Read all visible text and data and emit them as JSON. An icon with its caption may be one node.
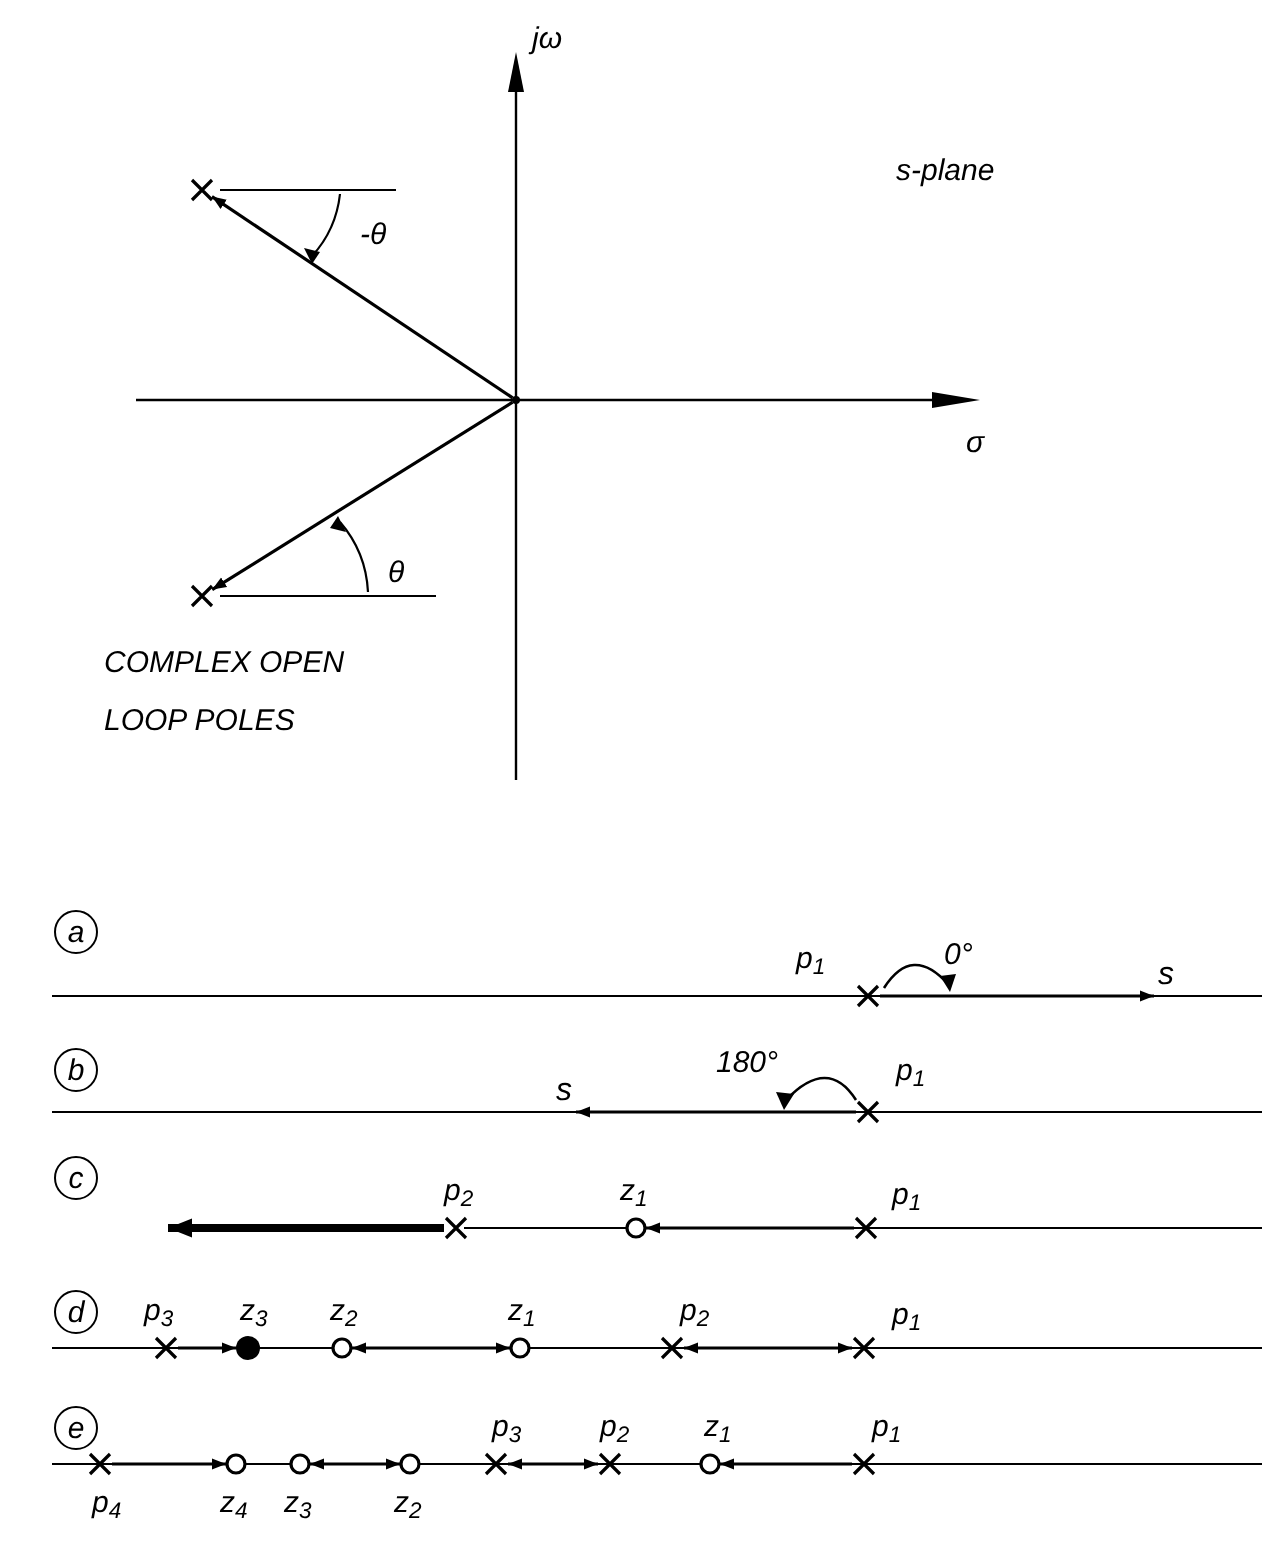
{
  "diagram": {
    "nodes": [
      {
        "text": [],
        "shape": "cross"
      },
      {
        "text": [],
        "shape": "point"
      },
      {
        "text": [],
        "shape": "cross"
      },
      {
        "text": [
          "a"
        ]
      },
      {
        "text": [],
        "shape": "cross",
        "beside": [
          "p$_{1}$"
        ]
      },
      {
        "text": [
          "s"
        ]
      },
      {
        "text": [
          "b"
        ]
      },
      {
        "text": [
          "s"
        ]
      },
      {
        "text": [],
        "shape": "cross",
        "beside": [
          "p$_{1}$"
        ]
      },
      {
        "text": [
          "c"
        ]
      },
      {
        "text": [],
        "shape": "cross",
        "beside": [
          "p$_{2}$"
        ]
      },
      {
        "text": [],
        "shape": "circle",
        "beside": [
          "z$_{1}$"
        ]
      },
      {
        "text": [],
        "shape": "cross",
        "beside": [
          "p$_{1}$"
        ]
      },
      {
        "text": [
          "d"
        ]
      },
      {
        "text": [],
        "shape": "cross",
        "beside": [
          "p$_{3}$"
        ]
      },
      {
        "text": [],
        "shape": "dot",
        "beside": [
          "z$_{3}$"
        ]
      },
      {
        "text": [],
        "shape": "circle",
        "beside": [
          "z$_{2}$"
        ]
      },
      {
        "text": [],
        "shape": "circle",
        "beside": [
          "z$_{1}$"
        ]
      },
      {
        "text": [],
        "shape": "cross",
        "beside": [
          "p$_{2}$"
        ]
      },
      {
        "text": [],
        "shape": "cross",
        "beside": [
          "p$_{1}$"
        ]
      },
      {
        "text": [
          "e"
        ]
      },
      {
        "text": [],
        "shape": "cross",
        "beside": [
          "p$_{4}$"
        ]
      },
      {
        "text": [],
        "shape": "circle",
        "beside": [
          "z$_{4}$"
        ]
      },
      {
        "text": [],
        "shape": "circle",
        "beside": [
          "z$_{3}$"
        ]
      },
      {
        "text": [],
        "shape": "circle",
        "beside": [
          "z$_{2}$"
        ]
      },
      {
        "text": [],
        "shape": "cross",
        "beside": [
          "p$_{3}$"
        ]
      },
      {
        "text": [],
        "shape": "cross",
        "beside": [
          "p$_{2}$"
        ]
      },
      {
        "text": [],
        "shape": "circle",
        "beside": [
          "z$_{1}$"
        ]
      },
      {
        "text": [],
        "shape": "cross",
        "beside": [
          "p$_{1}$"
        ]
      }
    ],
    "edges": [
      {
        "from": 1,
        "to": 0,
        "arrow": "to"
      },
      {
        "from": 1,
        "to": 2,
        "arrow": "to"
      },
      {
        "from": 4,
        "to": 5,
        "arrow": "to"
      },
      {
        "from": 8,
        "to": 7,
        "arrow": "to"
      },
      {
        "from": 10,
        "to": null,
        "arrow": "to",
        "style": "thick"
      },
      {
        "from": 12,
        "to": 11,
        "arrow": "to"
      },
      {
        "from": 14,
        "to": 15,
        "arrow": "to"
      },
      {
        "from": 16,
        "to": 17,
        "arrow": "both"
      },
      {
        "from": 18,
        "to": 19,
        "arrow": "both"
      },
      {
        "from": 21,
        "to": 22,
        "arrow": "to"
      },
      {
        "from": 23,
        "to": 24,
        "arrow": "both"
      },
      {
        "from": 25,
        "to": 26,
        "arrow": "both"
      },
      {
        "from": 28,
        "to": 27,
        "arrow": "to"
      }
    ],
    "labels": [
      "jω",
      "s-plane",
      "-θ",
      "σ",
      "θ",
      "COMPLEX OPEN LOOP POLES",
      "0°",
      "180°"
    ]
  }
}
